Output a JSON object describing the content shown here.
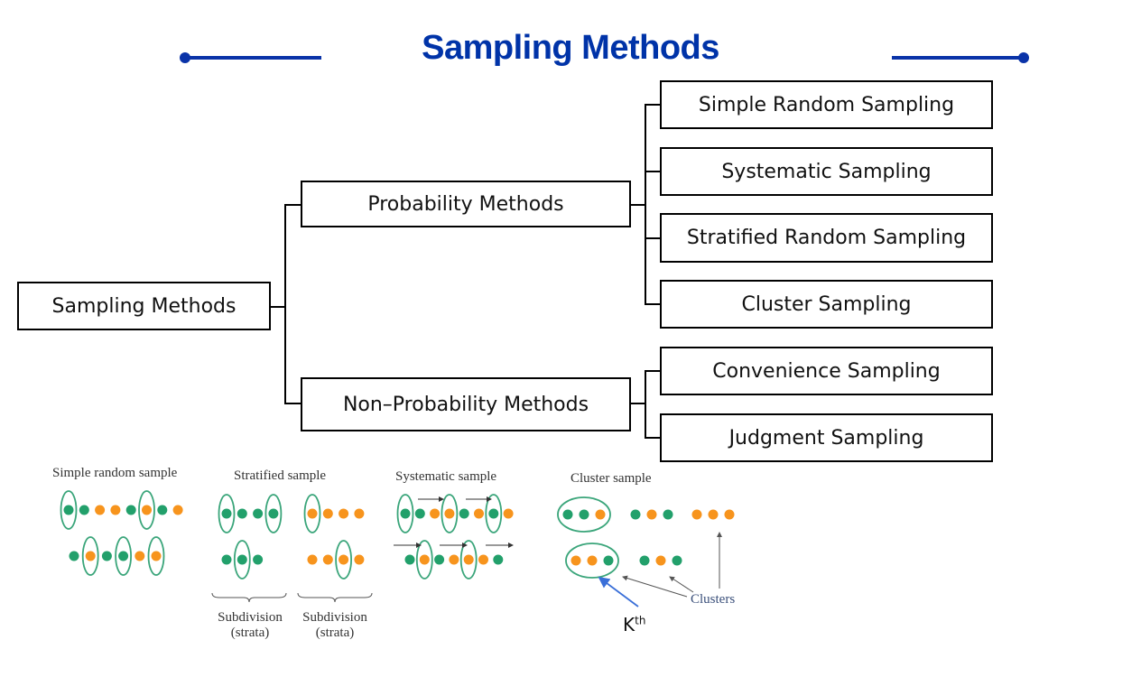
{
  "title": "Sampling Methods",
  "colors": {
    "title": "#0033a8",
    "accent_line": "#0a33a8",
    "green": "#22a06b",
    "orange": "#f7941d",
    "ring": "#3aa57a",
    "kth_arrow": "#3a6fd8",
    "gray_arrow": "#555555"
  },
  "tree": {
    "root": "Sampling Methods",
    "branches": [
      {
        "label": "Probability Methods",
        "children": [
          "Simple Random Sampling",
          "Systematic Sampling",
          "Stratified Random Sampling",
          "Cluster Sampling"
        ]
      },
      {
        "label": "Non–Probability Methods",
        "children": [
          "Convenience Sampling",
          "Judgment Sampling"
        ]
      }
    ]
  },
  "illustrations": {
    "simple": {
      "caption": "Simple random sample",
      "rows": [
        {
          "dots": [
            "g",
            "g",
            "o",
            "o",
            "g",
            "o",
            "g",
            "o"
          ],
          "selected": [
            0,
            5
          ]
        },
        {
          "dots": [
            "g",
            "o",
            "g",
            "g",
            "o",
            "o"
          ],
          "selected": [
            1,
            3,
            5
          ]
        }
      ]
    },
    "stratified": {
      "caption": "Stratified sample",
      "groups": [
        {
          "rows": [
            {
              "dots": [
                "g",
                "g",
                "g",
                "g"
              ],
              "selected": [
                0,
                3
              ]
            },
            {
              "dots": [
                "g",
                "g",
                "g"
              ],
              "selected": [
                1
              ]
            }
          ],
          "label_line1": "Subdivision",
          "label_line2": "(strata)"
        },
        {
          "rows": [
            {
              "dots": [
                "o",
                "o",
                "o",
                "o"
              ],
              "selected": [
                0
              ]
            },
            {
              "dots": [
                "o",
                "o",
                "o",
                "o"
              ],
              "selected": [
                2
              ]
            }
          ],
          "label_line1": "Subdivision",
          "label_line2": "(strata)"
        }
      ]
    },
    "systematic": {
      "caption": "Systematic sample",
      "rows": [
        {
          "dots": [
            "g",
            "g",
            "o",
            "o",
            "g",
            "o",
            "g",
            "o"
          ],
          "selected": [
            0,
            3,
            6
          ]
        },
        {
          "dots": [
            "g",
            "o",
            "g",
            "o",
            "o",
            "o",
            "g"
          ],
          "selected": [
            1,
            4
          ]
        }
      ]
    },
    "cluster": {
      "caption": "Cluster sample",
      "rows": [
        {
          "clusters": [
            [
              "g",
              "g",
              "o"
            ],
            [
              "g",
              "o",
              "g"
            ],
            [
              "o",
              "o",
              "o"
            ]
          ],
          "selected": [
            0
          ]
        },
        {
          "clusters": [
            [
              "o",
              "o",
              "g"
            ],
            [
              "g",
              "o",
              "g"
            ]
          ],
          "selected": [
            0
          ]
        }
      ],
      "clusters_label": "Clusters",
      "kth_label": "K",
      "kth_sup": "th"
    }
  }
}
